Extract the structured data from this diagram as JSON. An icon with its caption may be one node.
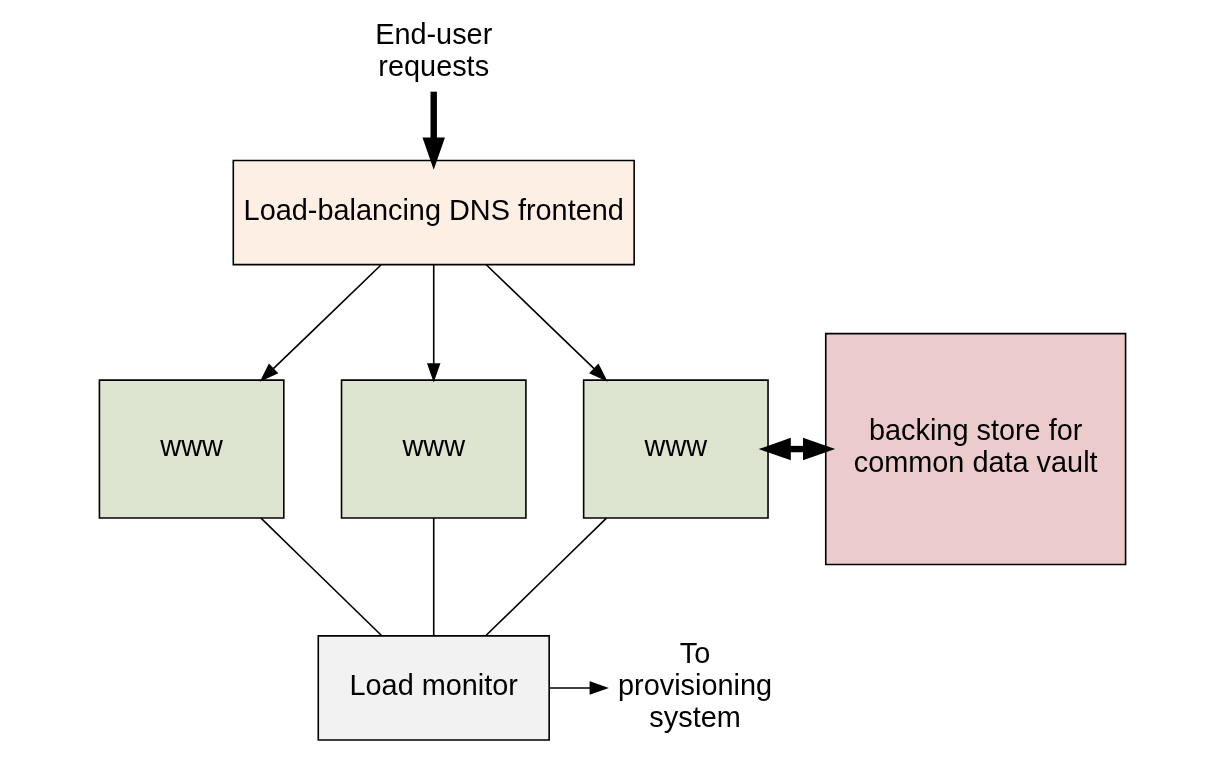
{
  "diagram": {
    "nodes": [
      {
        "text": [
          "End-user requests"
        ]
      },
      {
        "text": [
          "Load-balancing DNS frontend"
        ]
      },
      {
        "text": [
          "www"
        ]
      },
      {
        "text": [
          "www"
        ]
      },
      {
        "text": [
          "www"
        ]
      },
      {
        "text": [
          "backing store for common data vault"
        ]
      },
      {
        "text": [
          "Load monitor"
        ]
      },
      {
        "text": [
          "To provisioning system"
        ]
      }
    ],
    "edges": [
      {
        "from": 0,
        "to": 1,
        "arrow": "to",
        "style": "thick"
      },
      {
        "from": 1,
        "to": 2,
        "arrow": "to"
      },
      {
        "from": 1,
        "to": 3,
        "arrow": "to"
      },
      {
        "from": 1,
        "to": 4,
        "arrow": "to"
      },
      {
        "from": 4,
        "to": 5,
        "arrow": "both",
        "style": "thick"
      },
      {
        "from": 2,
        "to": 6,
        "arrow": "none"
      },
      {
        "from": 3,
        "to": 6,
        "arrow": "none"
      },
      {
        "from": 4,
        "to": 6,
        "arrow": "none"
      },
      {
        "from": 6,
        "to": 7,
        "arrow": "to"
      }
    ]
  }
}
